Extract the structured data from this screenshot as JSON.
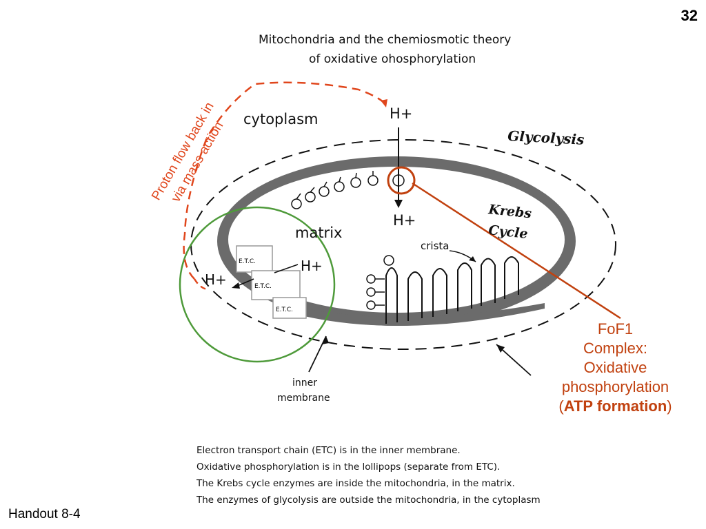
{
  "page_number": "32",
  "title": {
    "line1": "Mitochondria and the chemiosmotic theory",
    "line2": "of oxidative ohosphorylation"
  },
  "labels": {
    "cytoplasm": "cytoplasm",
    "glycolysis": "Glycolysis",
    "matrix": "matrix",
    "krebs_line1": "Krebs",
    "krebs_line2": "Cycle",
    "crista": "crista",
    "inner_line1": "inner",
    "inner_line2": "membrane",
    "h_plus": "H+",
    "etc": "E.T.C."
  },
  "proton_flow": {
    "line1": "Proton flow back in",
    "line2": "via mass action"
  },
  "fof1": {
    "line1": "FoF1",
    "line2": "Complex:",
    "line3": "Oxidative",
    "line4": "phosphorylation",
    "paren_open": "(",
    "bold": "ATP formation",
    "paren_close": ")"
  },
  "notes": [
    "Electron transport chain (ETC) is in the inner membrane.",
    "Oxidative phosphorylation is in the lollipops (separate from ETC).",
    "The Krebs cycle enzymes are inside  the mitochondria, in the matrix.",
    "The enzymes of glycolysis are outside the mitochondria, in the cytoplasm"
  ],
  "footer": "Handout 8-4",
  "colors": {
    "annotation_red": "#e0461c",
    "fof1_text": "#c1410f",
    "circle_green": "#4e9a3a",
    "membrane_gray": "#6b6b6b"
  }
}
